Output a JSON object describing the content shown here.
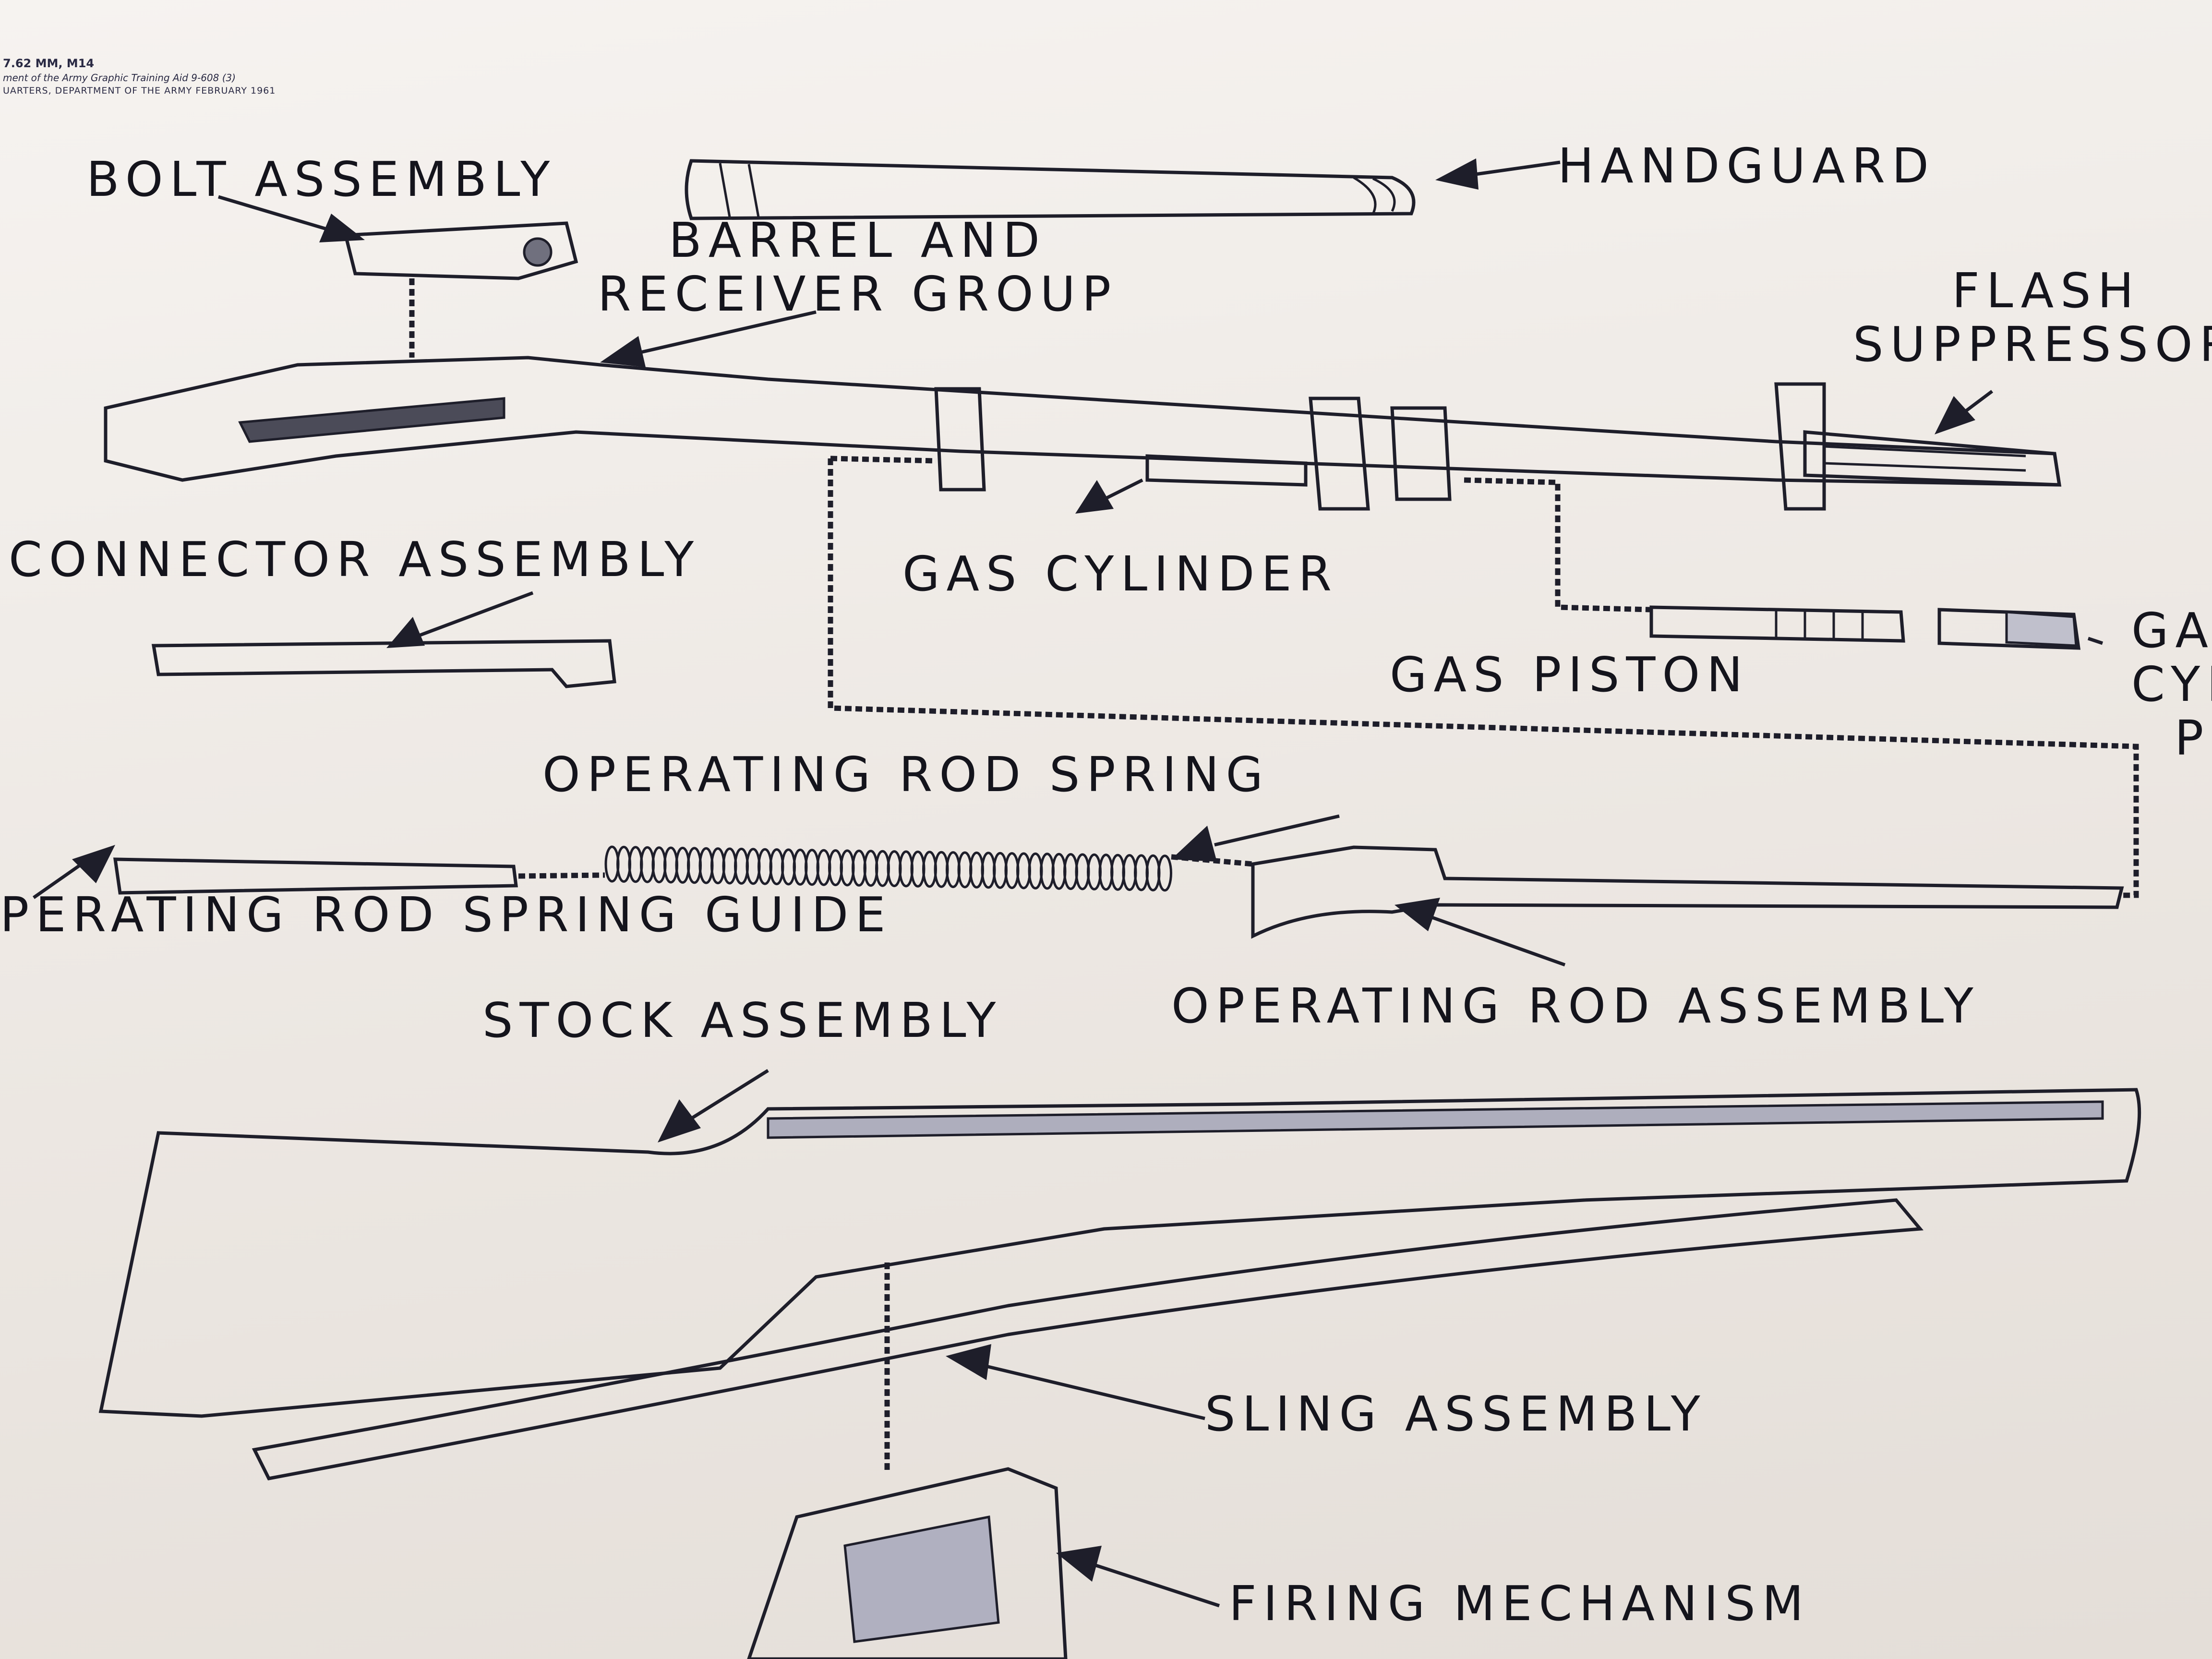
{
  "header": {
    "line1": "7.62 MM, M14",
    "line2": "ment of the Army Graphic Training Aid 9-608 (3)",
    "line3": "UARTERS, DEPARTMENT OF THE ARMY   FEBRUARY 1961"
  },
  "labels": {
    "handguard": "HANDGUARD",
    "bolt_assembly": "BOLT ASSEMBLY",
    "barrel_receiver": [
      "BARREL AND",
      "RECEIVER GROUP"
    ],
    "flash_suppressor": [
      "FLASH",
      "SUPPRESSOR"
    ],
    "connector_assembly": "CONNECTOR ASSEMBLY",
    "gas_cylinder": "GAS CYLINDER",
    "gas_piston": "GAS PISTON",
    "gas_cylinder_plug": [
      "GA",
      "CYLI",
      "P"
    ],
    "operating_rod_spring": "OPERATING ROD SPRING",
    "operating_rod_spring_guide": "PERATING ROD SPRING GUIDE",
    "stock_assembly": "STOCK ASSEMBLY",
    "operating_rod_assembly": "OPERATING ROD ASSEMBLY",
    "sling_assembly": "SLING ASSEMBLY",
    "firing_mechanism": "FIRING MECHANISM"
  },
  "colors": {
    "paper": "#f2eeea",
    "ink": "#1e1e2a",
    "metal": "#8f8fa0",
    "metal_light": "#b4b4c4",
    "wood": "#80808f"
  }
}
